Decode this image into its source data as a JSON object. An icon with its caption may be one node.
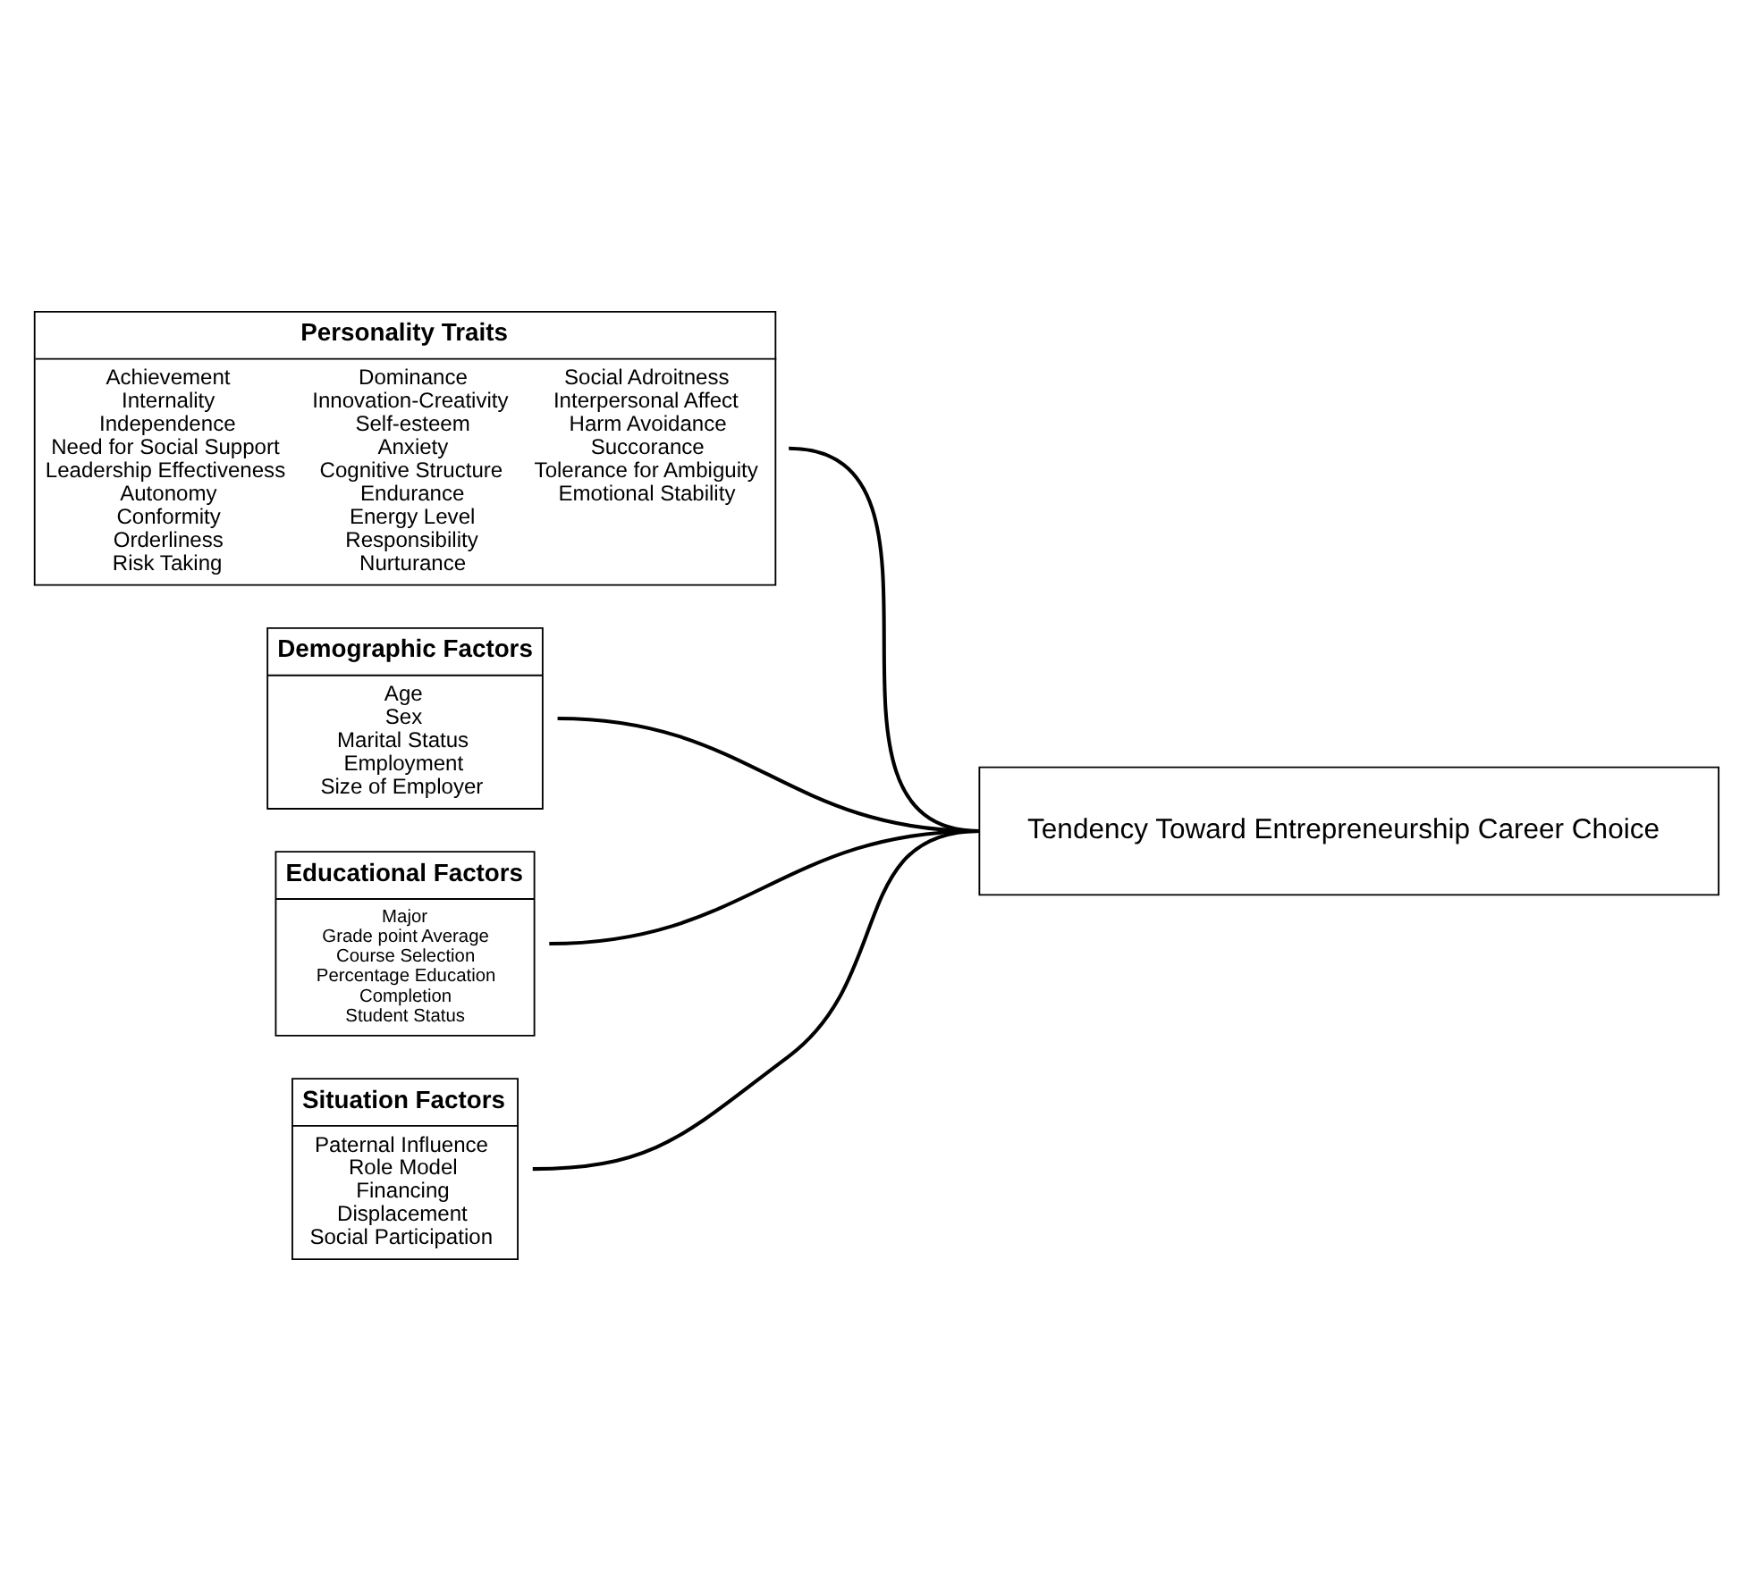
{
  "diagram": {
    "nodes": [
      {
        "text": [
          "Personality Traits",
          "Achievement",
          "Internality",
          "Independence",
          "Need for Social Support",
          "Leadership Effectiveness",
          "Autonomy",
          "Conformity",
          "Orderliness",
          "Risk Taking",
          "Dominance",
          "Innovation-Creativity",
          "Self-esteem",
          "Anxiety",
          "Cognitive Structure",
          "Endurance",
          "Energy Level",
          "Responsibility",
          "Nurturance",
          "Social Adroitness",
          "Interpersonal Affect",
          "Harm Avoidance",
          "Succorance",
          "Tolerance for Ambiguity",
          "Emotional Stability"
        ]
      },
      {
        "text": [
          "Demographic Factors",
          "Age",
          "Sex",
          "Marital Status",
          "Employment",
          "Size of Employer"
        ]
      },
      {
        "text": [
          "Educational Factors",
          "Major",
          "Grade point Average",
          "Course Selection",
          "Percentage Education",
          "Completion",
          "Student Status"
        ]
      },
      {
        "text": [
          "Situation Factors",
          "Paternal Influence",
          "Role Model",
          "Financing",
          "Displacement",
          "Social Participation"
        ]
      },
      {
        "text": [
          "Tendency Toward Entrepreneurship Career Choice"
        ]
      }
    ],
    "edges": [
      {
        "from": 0,
        "to": 4,
        "arrow": "none"
      },
      {
        "from": 1,
        "to": 4,
        "arrow": "none"
      },
      {
        "from": 2,
        "to": 4,
        "arrow": "none"
      },
      {
        "from": 3,
        "to": 4,
        "arrow": "none"
      }
    ]
  }
}
